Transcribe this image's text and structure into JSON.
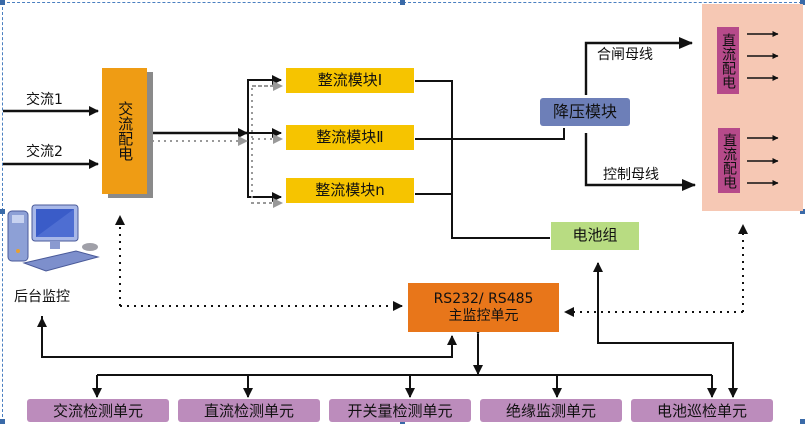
{
  "diagram": {
    "inputs": [
      {
        "label": "交流1"
      },
      {
        "label": "交流2"
      }
    ],
    "ac_distribution": {
      "label": "交流配电"
    },
    "rectifier_modules": [
      {
        "label": "整流模块Ⅰ"
      },
      {
        "label": "整流模块Ⅱ"
      },
      {
        "label": "整流模块n"
      }
    ],
    "step_down_module": {
      "label": "降压模块"
    },
    "buses": {
      "closing_bus": "合闸母线",
      "control_bus": "控制母线"
    },
    "dc_distribution": [
      {
        "label": "直流配电"
      },
      {
        "label": "直流配电"
      }
    ],
    "battery_bank": {
      "label": "电池组"
    },
    "main_monitor": {
      "line1": "RS232/ RS485",
      "line2": "主监控单元"
    },
    "backend_monitor": {
      "label": "后台监控",
      "icon": "computer-icon"
    },
    "units": [
      {
        "label": "交流检测单元"
      },
      {
        "label": "直流检测单元"
      },
      {
        "label": "开关量检测单元"
      },
      {
        "label": "绝缘监测单元"
      },
      {
        "label": "电池巡检单元"
      }
    ],
    "colors": {
      "ac_box": "#ef9c14",
      "rectifier": "#f6c400",
      "step_down": "#6d7fb8",
      "battery": "#b8dc82",
      "main_monitor": "#e8761a",
      "dc_panel": "#f6c8b4",
      "dc_box": "#b64a8a",
      "unit": "#bc8cbc"
    }
  }
}
